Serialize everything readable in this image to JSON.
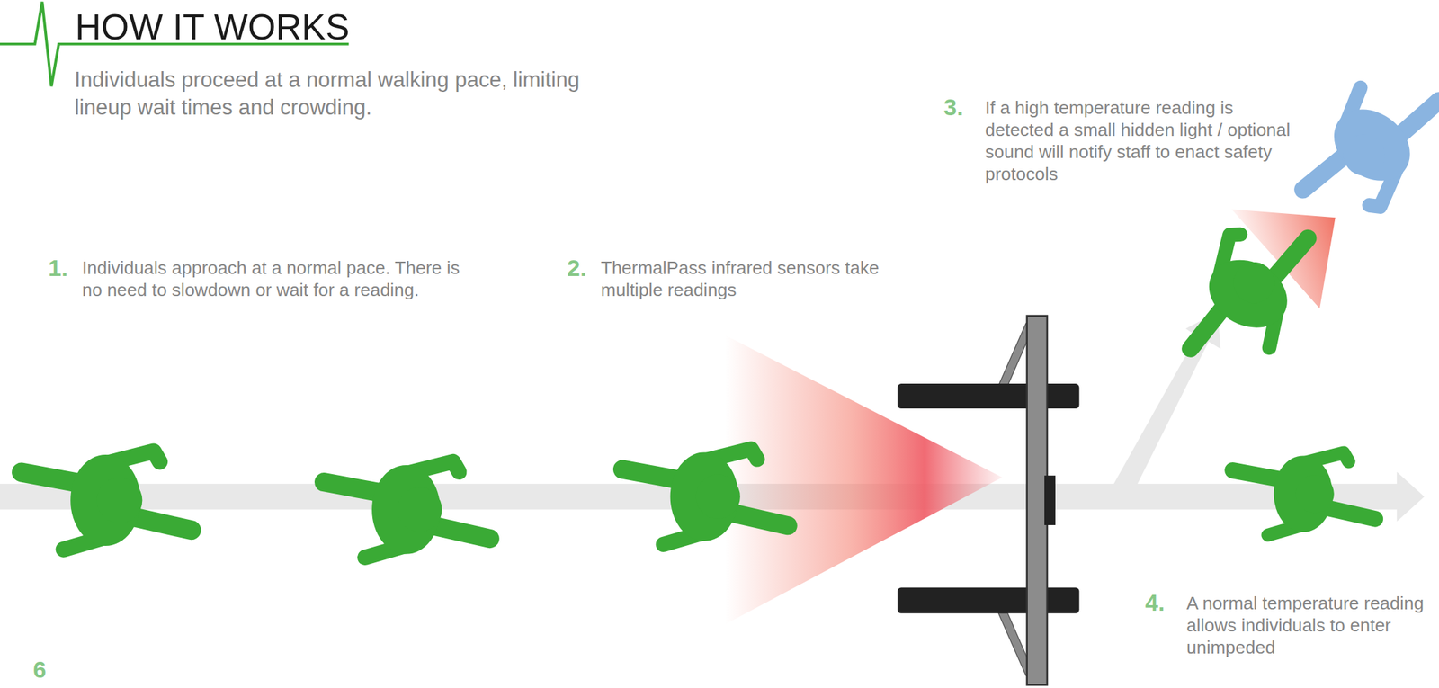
{
  "diagram": {
    "title": "HOW IT WORKS",
    "labels": [
      "Individuals proceed at a normal walking pace, limiting lineup wait times and crowding.",
      "1.",
      "Individuals approach at a normal pace. There is no need to slowdown or wait for a reading.",
      "2.",
      "ThermalPass infrared sensors take multiple readings",
      "3.",
      "If a high temperature reading is detected a small hidden light / optional sound will notify staff to enact safety protocols",
      "4.",
      "A normal temperature reading allows individuals to enter unimpeded",
      "6"
    ]
  }
}
